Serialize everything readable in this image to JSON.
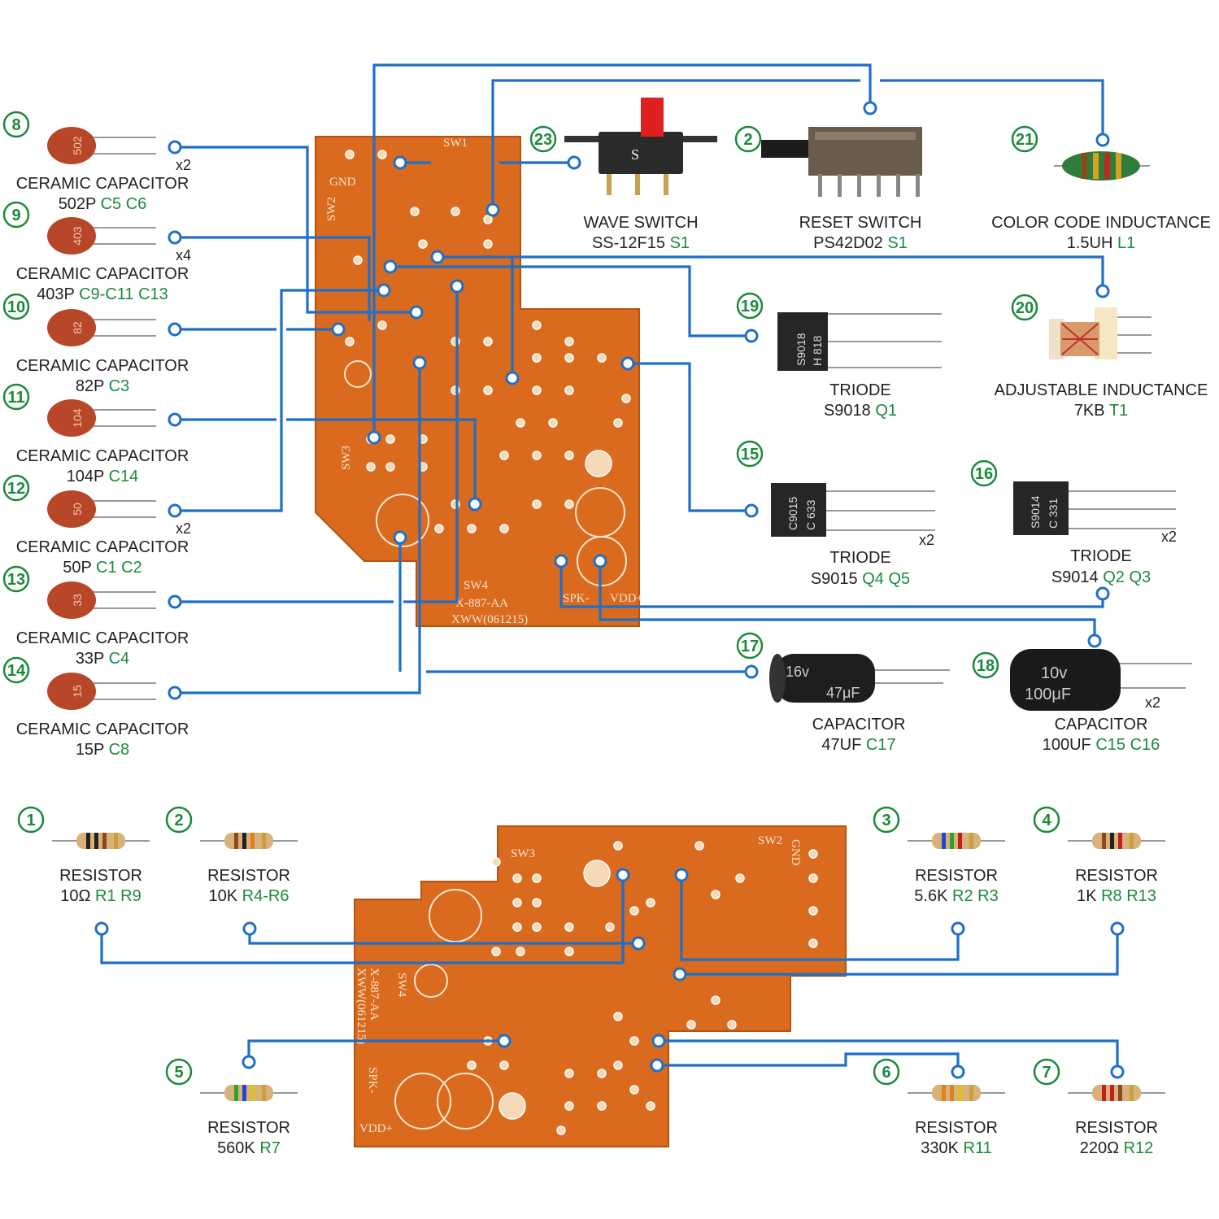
{
  "capacitors": [
    {
      "num": "8",
      "marking": "502",
      "name": "CERAMIC CAPACITOR",
      "value": "502P",
      "ref": "C5 C6",
      "qty": "x2"
    },
    {
      "num": "9",
      "marking": "403",
      "name": "CERAMIC CAPACITOR",
      "value": "403P",
      "ref": "C9-C11 C13",
      "qty": "x4"
    },
    {
      "num": "10",
      "marking": "82",
      "name": "CERAMIC CAPACITOR",
      "value": "82P",
      "ref": "C3",
      "qty": ""
    },
    {
      "num": "11",
      "marking": "104",
      "name": "CERAMIC CAPACITOR",
      "value": "104P",
      "ref": "C14",
      "qty": ""
    },
    {
      "num": "12",
      "marking": "50",
      "name": "CERAMIC CAPACITOR",
      "value": "50P",
      "ref": "C1 C2",
      "qty": "x2"
    },
    {
      "num": "13",
      "marking": "33",
      "name": "CERAMIC CAPACITOR",
      "value": "33P",
      "ref": "C4",
      "qty": ""
    },
    {
      "num": "14",
      "marking": "15",
      "name": "CERAMIC CAPACITOR",
      "value": "15P",
      "ref": "C8",
      "qty": ""
    }
  ],
  "parts": [
    {
      "num": "23",
      "name": "WAVE SWITCH",
      "value": "SS-12F15",
      "ref": "S1",
      "qty": ""
    },
    {
      "num": "2",
      "name": "RESET SWITCH",
      "value": "PS42D02",
      "ref": "S1",
      "qty": ""
    },
    {
      "num": "21",
      "name": "COLOR CODE INDUCTANCE",
      "value": "1.5UH",
      "ref": "L1",
      "qty": ""
    },
    {
      "num": "19",
      "name": "TRIODE",
      "value": "S9018",
      "ref": "Q1",
      "qty": "",
      "mark1": "S9018",
      "mark2": "H 818"
    },
    {
      "num": "20",
      "name": "ADJUSTABLE INDUCTANCE",
      "value": "7KB",
      "ref": "T1",
      "qty": ""
    },
    {
      "num": "15",
      "name": "TRIODE",
      "value": "S9015",
      "ref": "Q4 Q5",
      "qty": "x2",
      "mark1": "C9015",
      "mark2": "C 633"
    },
    {
      "num": "16",
      "name": "TRIODE",
      "value": "S9014",
      "ref": "Q2 Q3",
      "qty": "x2",
      "mark1": "S9014",
      "mark2": "C 331"
    },
    {
      "num": "17",
      "name": "CAPACITOR",
      "value": "47UF",
      "ref": "C17",
      "qty": "",
      "mark1": "16v",
      "mark2": "47μF"
    },
    {
      "num": "18",
      "name": "CAPACITOR",
      "value": "100UF",
      "ref": "C15 C16",
      "qty": "x2",
      "mark1": "10v",
      "mark2": "100μF"
    }
  ],
  "resistors": [
    {
      "num": "1",
      "name": "RESISTOR",
      "value": "10Ω",
      "ref": "R1 R9"
    },
    {
      "num": "2",
      "name": "RESISTOR",
      "value": "10K",
      "ref": "R4-R6"
    },
    {
      "num": "3",
      "name": "RESISTOR",
      "value": "5.6K",
      "ref": "R2 R3"
    },
    {
      "num": "4",
      "name": "RESISTOR",
      "value": "1K",
      "ref": "R8 R13"
    },
    {
      "num": "5",
      "name": "RESISTOR",
      "value": "560K",
      "ref": "R7"
    },
    {
      "num": "6",
      "name": "RESISTOR",
      "value": "330K",
      "ref": "R11"
    },
    {
      "num": "7",
      "name": "RESISTOR",
      "value": "220Ω",
      "ref": "R12"
    }
  ],
  "pcb_top": {
    "sw1": "SW1",
    "sw2": "SW2",
    "sw3": "SW3",
    "sw4": "SW4",
    "gnd": "GND",
    "model": "X-887-AA",
    "code": "XWW(061215)",
    "spk": "SPK-",
    "vdd": "VDD+"
  },
  "pcb_bottom": {
    "sw2": "SW2",
    "sw3": "SW3",
    "sw4": "SW4",
    "gnd": "GND",
    "model": "X-887-AA",
    "code": "XWW(061215)",
    "spk": "SPK-",
    "vdd": "VDD+"
  },
  "colors": {
    "wire": "#1f6fc8",
    "ref": "#1a8a3a",
    "pcb": "#d96a1e",
    "ceramic": "#b8472a"
  }
}
